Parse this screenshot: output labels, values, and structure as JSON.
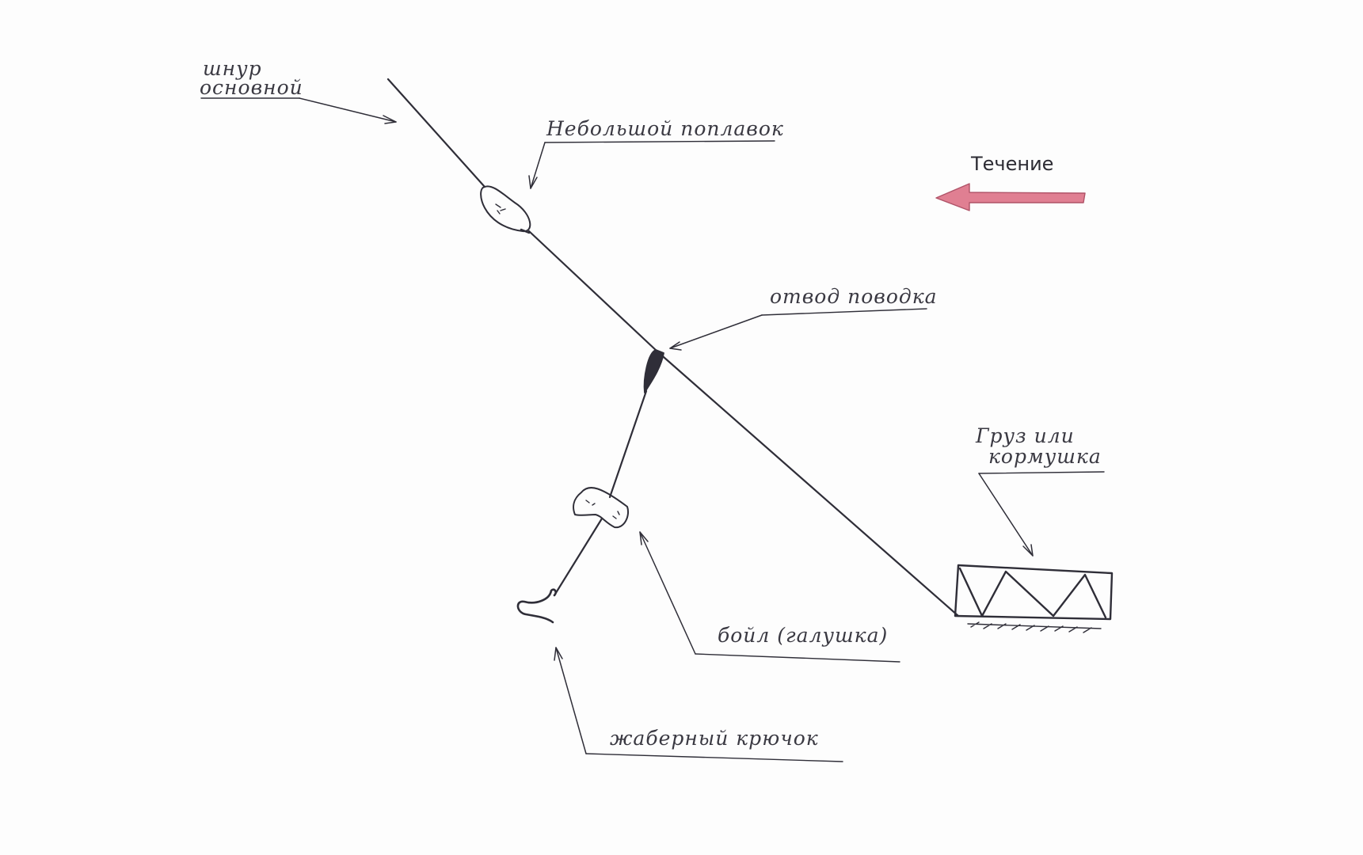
{
  "labels": {
    "main_line_1": "шнур",
    "main_line_2": "основной",
    "float": "Небольшой поплавок",
    "leader_branch": "отвод поводка",
    "current": "Течение",
    "weight_1": "Груз или",
    "weight_2": "кормушка",
    "boilie": "бойл (галушка)",
    "hook": "жаберный крючок"
  },
  "colors": {
    "ink": "#2f2e38",
    "arrow_current": "#e07f92",
    "arrow_current_edge": "#b05368",
    "paper": "#fdfdfd"
  }
}
